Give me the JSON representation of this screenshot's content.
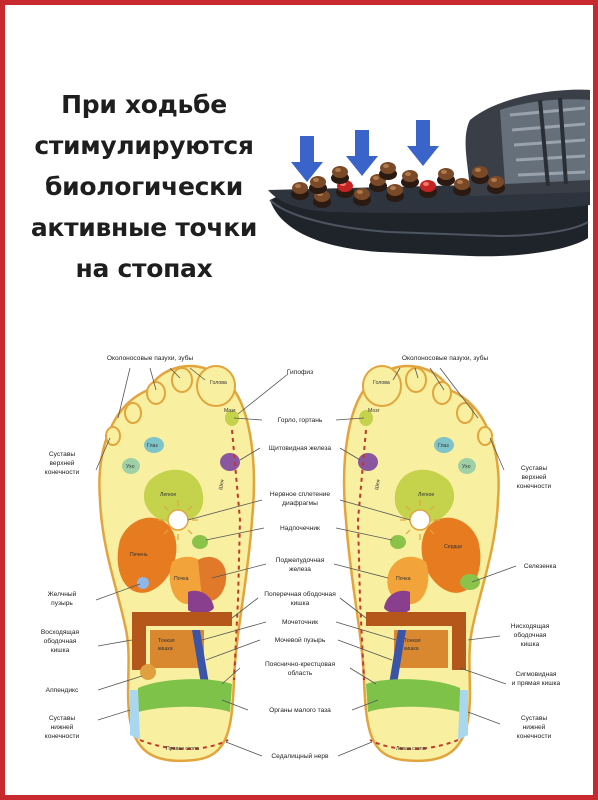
{
  "headline": {
    "line1": "При ходьбе",
    "line2": "стимулируются",
    "line3": "биологически",
    "line4": "активные точки",
    "line5": "на стопах"
  },
  "labels": {
    "sinuses_left": "Околоносовые пазухи, зубы",
    "sinuses_right": "Околоносовые пазухи, зубы",
    "pituitary": "Гипофиз",
    "throat": "Горло, гортань",
    "thyroid": "Щитовидная железа",
    "plexus_line1": "Нервное сплетение",
    "plexus_line2": "диафрагмы",
    "adrenal": "Надпочечник",
    "pancreas_line1": "Поджелудочная",
    "pancreas_line2": "железа",
    "transverse_line1": "Поперечная ободочная",
    "transverse_line2": "кишка",
    "ureter": "Мочеточник",
    "bladder": "Мочевой пузырь",
    "lumbosacral_line1": "Пояснично-крестцовая",
    "lumbosacral_line2": "область",
    "pelvic": "Органы малого таза",
    "sciatic": "Седалищный нерв",
    "upper_limbs_l1": "Суставы",
    "upper_limbs_l2": "верхней",
    "upper_limbs_l3": "конечности",
    "upper_limbs_r1": "Суставы",
    "upper_limbs_r2": "верхней",
    "upper_limbs_r3": "конечности",
    "gallbladder_l1": "Желчный",
    "gallbladder_l2": "пузырь",
    "ascending_l1": "Восходящая",
    "ascending_l2": "ободочная",
    "ascending_l3": "кишка",
    "appendix": "Аппендикс",
    "lower_limbs_l1": "Суставы",
    "lower_limbs_l2": "нижней",
    "lower_limbs_l3": "конечности",
    "lower_limbs_r1": "Суставы",
    "lower_limbs_r2": "нижней",
    "lower_limbs_r3": "конечности",
    "spleen": "Селезенка",
    "descending_r1": "Нисходящая",
    "descending_r2": "ободочная",
    "descending_r3": "кишка",
    "sigmoid_r1": "Сигмовидная",
    "sigmoid_r2": "и прямая кишка"
  },
  "zone_labels": {
    "head": "Голова",
    "brain": "Мозг",
    "eye": "Глаз",
    "ear": "Ухо",
    "lung": "Легкое",
    "neck": "Шея",
    "liver": "Печень",
    "heart": "Сердце",
    "kidney": "Почка",
    "small_intestine_l1": "Тонкая",
    "small_intestine_l2": "кишка",
    "right_foot": "Правая стопа",
    "left_foot": "Левая стопа"
  },
  "colors": {
    "frame": "#c62a2f",
    "foot_fill": "#f8efa0",
    "foot_outline": "#e2a53e",
    "lung": "#c4d24c",
    "liver": "#e77b1f",
    "intestine": "#d9882f",
    "colon": "#b5561a",
    "pelvic": "#7ec24a",
    "heel_blue": "#a9d7ef",
    "arrow": "#3a64c9"
  }
}
